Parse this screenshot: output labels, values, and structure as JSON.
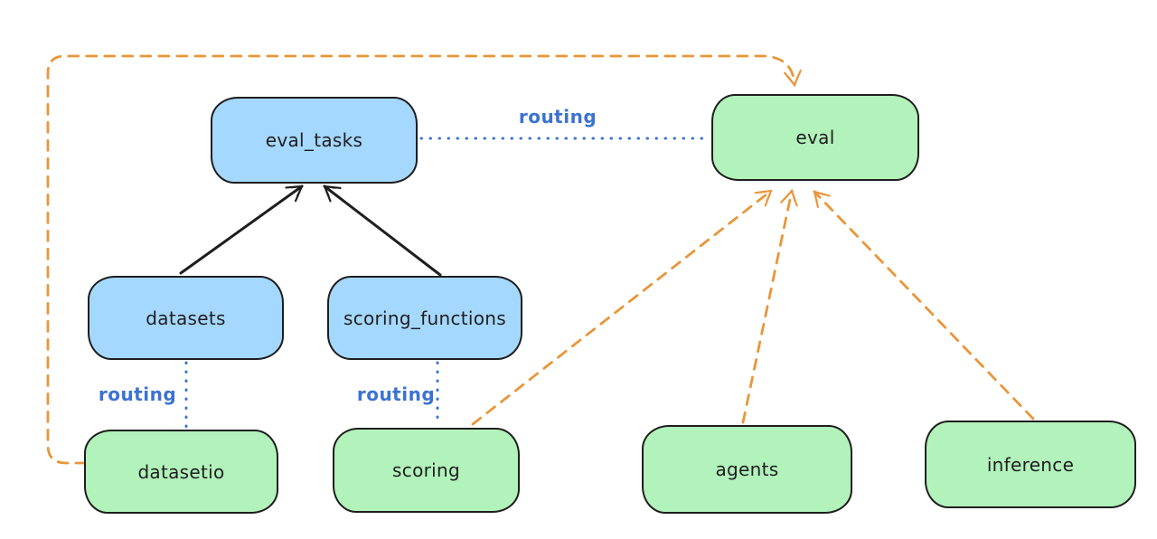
{
  "diagram": {
    "nodes": {
      "eval_tasks": {
        "label": "eval_tasks",
        "fill": "#a5d8ff"
      },
      "eval": {
        "label": "eval",
        "fill": "#b2f2bb"
      },
      "datasets": {
        "label": "datasets",
        "fill": "#a5d8ff"
      },
      "scoring_functions": {
        "label": "scoring_functions",
        "fill": "#a5d8ff"
      },
      "datasetio": {
        "label": "datasetio",
        "fill": "#b2f2bb"
      },
      "scoring": {
        "label": "scoring",
        "fill": "#b2f2bb"
      },
      "agents": {
        "label": "agents",
        "fill": "#b2f2bb"
      },
      "inference": {
        "label": "inference",
        "fill": "#b2f2bb"
      }
    },
    "edge_labels": {
      "routing_eval_tasks_eval": "routing",
      "routing_datasets_datasetio": "routing",
      "routing_scoring_functions_scoring": "routing"
    },
    "edges": [
      {
        "from": "datasets",
        "to": "eval_tasks",
        "style": "solid-arrow",
        "color": "#1e1e1e"
      },
      {
        "from": "scoring_functions",
        "to": "eval_tasks",
        "style": "solid-arrow",
        "color": "#1e1e1e"
      },
      {
        "from": "eval_tasks",
        "to": "eval",
        "style": "dotted-line",
        "color": "#3b73d1",
        "label": "routing"
      },
      {
        "from": "datasets",
        "to": "datasetio",
        "style": "dotted-line",
        "color": "#3b73d1",
        "label": "routing"
      },
      {
        "from": "scoring_functions",
        "to": "scoring",
        "style": "dotted-line",
        "color": "#3b73d1",
        "label": "routing"
      },
      {
        "from": "datasetio",
        "to": "eval",
        "style": "dashed-arrow",
        "color": "#e8963a",
        "route": "around-top-left"
      },
      {
        "from": "scoring",
        "to": "eval",
        "style": "dashed-arrow",
        "color": "#e8963a"
      },
      {
        "from": "agents",
        "to": "eval",
        "style": "dashed-arrow",
        "color": "#e8963a"
      },
      {
        "from": "inference",
        "to": "eval",
        "style": "dashed-arrow",
        "color": "#e8963a"
      }
    ],
    "colors": {
      "background": "#ffffff",
      "node_stroke": "#1e1e1e",
      "registry_fill_blue": "#a5d8ff",
      "provider_fill_green": "#b2f2bb",
      "routing_blue": "#3b73d1",
      "dashed_orange": "#e8963a",
      "solid_arrow_black": "#1e1e1e"
    }
  }
}
